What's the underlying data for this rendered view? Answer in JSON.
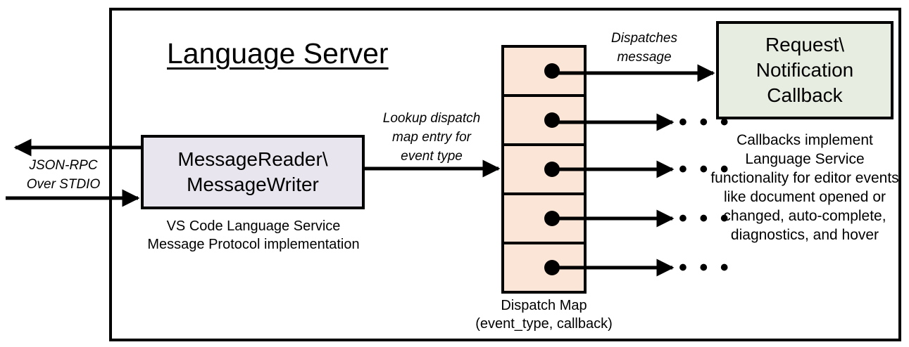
{
  "diagram": {
    "title": "Language Server",
    "nodes": {
      "reader_writer": {
        "label": "MessageReader\\\nMessageWriter",
        "caption": "VS Code Language Service\nMessage Protocol implementation",
        "fill": "#e9e5ee"
      },
      "dispatch_map": {
        "caption": "Dispatch Map\n(event_type, callback)",
        "fill": "#fbe5d6",
        "row_count": 5,
        "rows": [
          {
            "dot": "entry-dot"
          },
          {
            "dot": "entry-dot"
          },
          {
            "dot": "entry-dot"
          },
          {
            "dot": "entry-dot"
          },
          {
            "dot": "entry-dot"
          }
        ]
      },
      "callback": {
        "label": "Request\\\nNotification\nCallback",
        "caption": "Callbacks implement Language Service functionality for editor events like document opened or changed, auto-complete, diagnostics, and hover",
        "fill": "#e7ede0"
      }
    },
    "edges": {
      "jsonrpc": "JSON-RPC\nOver STDIO",
      "lookup": "Lookup dispatch\nmap entry for\nevent type",
      "dispatches": "Dispatches\nmessage"
    },
    "ellipsis": "• • •",
    "ellipsis_rows": [
      "• • •",
      "• • •",
      "• • •",
      "• • •"
    ],
    "colors": {
      "stroke": "#000000",
      "background": "#ffffff",
      "reader_fill": "#e9e5ee",
      "map_fill": "#fbe5d6",
      "callback_fill": "#e7ede0"
    }
  }
}
